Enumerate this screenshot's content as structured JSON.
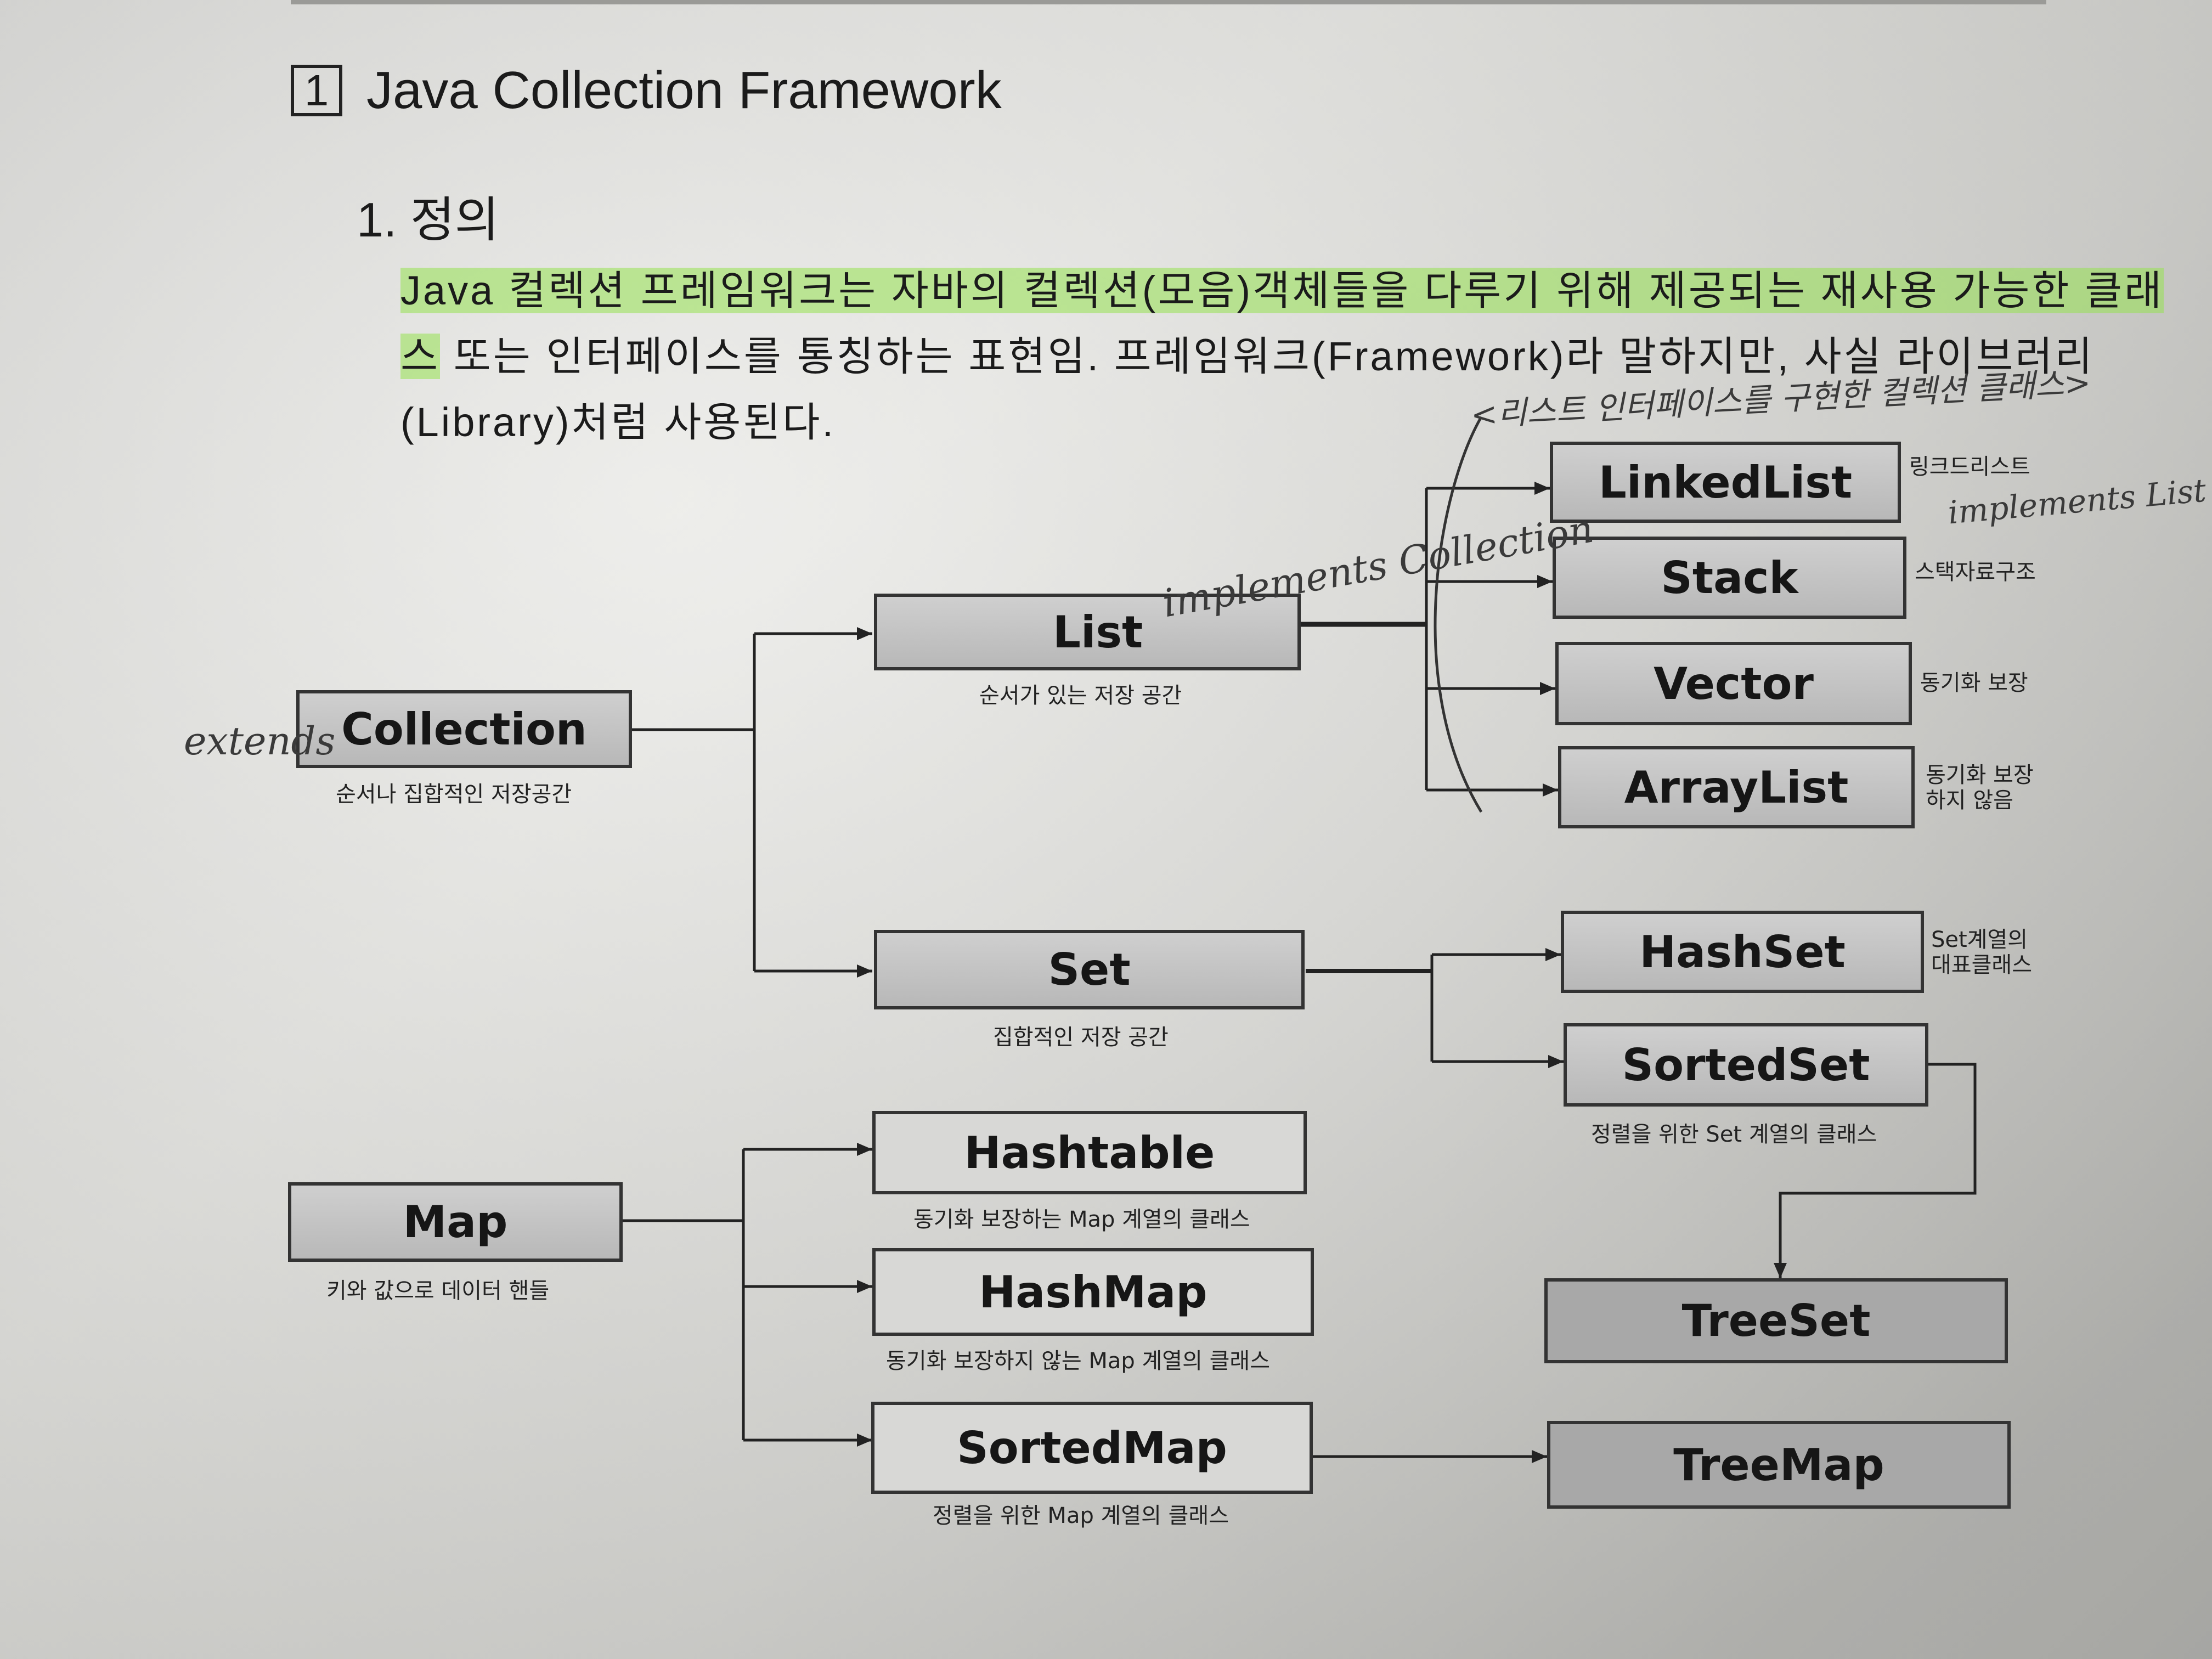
{
  "section": {
    "number": "1",
    "title": "Java Collection Framework"
  },
  "subsection": "1. 정의",
  "paragraph": {
    "line1_highlight": "Java 컬렉션 프레임워크는 자바의 컬렉션(모음)객체들을 다루기 위해 제공되는 재사용 가능한 클래",
    "line2_highlight": "스",
    "line2_rest": " 또는 인터페이스를  통칭하는 표현임. 프레임워크(Framework)라 말하지만, 사실 라이브러리",
    "line3": "(Library)처럼 사용된다."
  },
  "diagram": {
    "collection": {
      "label": "Collection",
      "caption": "순서나 집합적인 저장공간"
    },
    "list": {
      "label": "List",
      "caption": "순서가 있는 저장 공간"
    },
    "set": {
      "label": "Set",
      "caption": "집합적인 저장 공간"
    },
    "linkedlist": {
      "label": "LinkedList",
      "note": "링크드리스트"
    },
    "stack": {
      "label": "Stack",
      "note": "스택자료구조"
    },
    "vector": {
      "label": "Vector",
      "note": "동기화 보장"
    },
    "arraylist": {
      "label": "ArrayList",
      "note_line1": "동기화 보장",
      "note_line2": "하지 않음"
    },
    "hashset": {
      "label": "HashSet",
      "note_line1": "Set계열의",
      "note_line2": "대표클래스"
    },
    "sortedset": {
      "label": "SortedSet",
      "caption": "정렬을 위한 Set 계열의 클래스"
    },
    "treeset": {
      "label": "TreeSet"
    },
    "map": {
      "label": "Map",
      "caption": "키와 값으로 데이터 핸들"
    },
    "hashtable": {
      "label": "Hashtable",
      "caption": "동기화 보장하는 Map 계열의 클래스"
    },
    "hashmap": {
      "label": "HashMap",
      "caption": "동기화 보장하지 않는 Map 계열의 클래스"
    },
    "sortedmap": {
      "label": "SortedMap",
      "caption": "정렬을 위한 Map 계열의 클래스"
    },
    "treemap": {
      "label": "TreeMap"
    }
  },
  "handwriting": {
    "extends": "extends",
    "implements_collection": "implements Collection",
    "list_impl_note": "<리스트 인터페이스를 구현한 컬렉션 클래스>",
    "implements_list": "implements List"
  }
}
